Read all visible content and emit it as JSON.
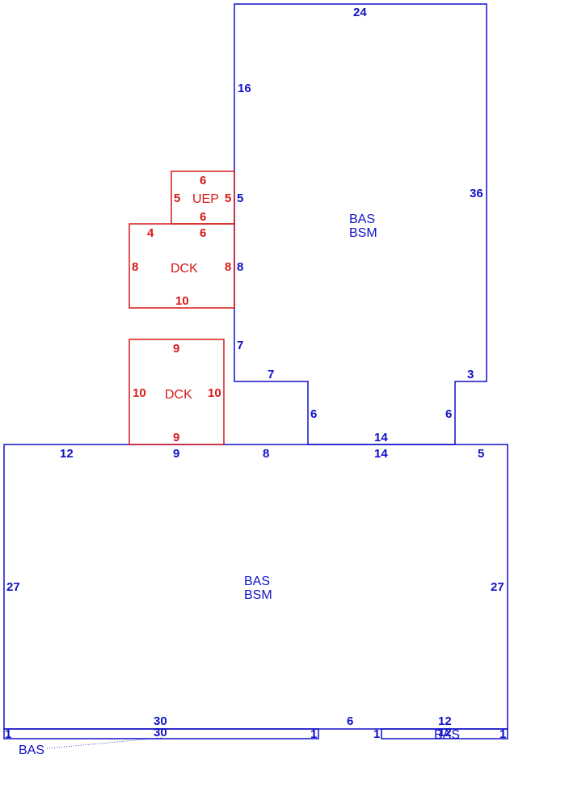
{
  "colors": {
    "main": "#1010c8",
    "addition": "#d81818"
  },
  "areas": {
    "upper_bas": {
      "line1": "BAS",
      "line2": "BSM"
    },
    "lower_bas": {
      "line1": "BAS",
      "line2": "BSM"
    },
    "dck_upper": {
      "label": "DCK"
    },
    "dck_lower": {
      "label": "DCK"
    },
    "uep": {
      "label": "UEP"
    },
    "strip_left": {
      "label": "BAS"
    },
    "strip_right": {
      "label": "BAS"
    }
  },
  "dimensions": {
    "upper_top": "24",
    "upper_left_top": "16",
    "upper_left_mid_a": "5",
    "upper_left_mid_b": "8",
    "upper_left_bottom": "7",
    "upper_right": "36",
    "upper_notch_right": "3",
    "upper_notch_right_side": "6",
    "upper_notch_left": "7",
    "upper_notch_left_side": "6",
    "upper_bottom": "14",
    "uep_top": "6",
    "uep_left": "5",
    "uep_right": "5",
    "uep_bottom": "6",
    "dck1_top_left": "4",
    "dck1_top_right": "6",
    "dck1_left": "8",
    "dck1_right": "8",
    "dck1_bottom": "10",
    "dck2_top": "9",
    "dck2_left": "10",
    "dck2_right": "10",
    "dck2_bottom": "9",
    "lower_top_a": "12",
    "lower_top_b": "9",
    "lower_top_c": "8",
    "lower_top_d": "14",
    "lower_top_e": "5",
    "lower_left": "27",
    "lower_right": "27",
    "lower_bottom_a": "30",
    "lower_bottom_b": "6",
    "lower_bottom_c": "12",
    "strip_left_bottom": "30",
    "strip_left_end_l": "1",
    "strip_left_end_r": "1",
    "strip_right_bottom": "12",
    "strip_right_end_l": "1",
    "strip_right_end_r": "1"
  }
}
